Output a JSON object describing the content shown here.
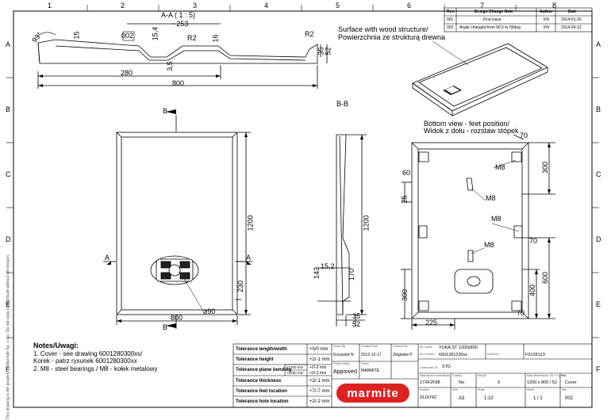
{
  "grid": {
    "columns": [
      "1",
      "2",
      "3",
      "4",
      "5",
      "6",
      "7",
      "8"
    ],
    "rows": [
      "A",
      "B",
      "C",
      "D",
      "E",
      "F"
    ]
  },
  "revision_table": {
    "headers": [
      "Rev",
      "Design Change Note",
      "Author",
      "Date"
    ],
    "rows": [
      [
        "001",
        "First issue",
        "KN",
        "2014-01-20"
      ],
      [
        "002",
        "Angle changed from 90.5 to 93deg",
        "KN",
        "2014-09-12"
      ]
    ]
  },
  "section_aa": {
    "title": "A-A ( 1 : 5)",
    "dims": {
      "approx_width": "~253",
      "d15": "15",
      "d002": "002",
      "d15_4": "15,4",
      "r2a": "R2",
      "r2b": "R2",
      "d16": "16",
      "d35": "35",
      "d52": "52",
      "d3_5": "3,5",
      "d280": "280",
      "d800": "800",
      "angle": "93°"
    }
  },
  "wood_note": [
    "Surface with wood structure/",
    "Powierzchnia ze strukturą drewna"
  ],
  "bottom_note": [
    "Bottom view - feet position/",
    "Widok z dołu - rozstaw stópek"
  ],
  "plan_view": {
    "marker_b_top": "B",
    "marker_b_bottom": "B",
    "marker_a_left": "A",
    "marker_a_right": "A",
    "d1200": "1200",
    "d230": "230",
    "d800": "800",
    "d90": "⌀90"
  },
  "section_bb": {
    "title": "B-B",
    "d1200": "1200",
    "d143": "143",
    "d15_2": "15,2",
    "d170": "170",
    "d35": "35",
    "d52": "52"
  },
  "bottom_view": {
    "d70_top": "70",
    "d70_mid": "70",
    "d70_bot": "70",
    "d300_top": "300",
    "d300_left": "300",
    "d60": "60",
    "d25": "25",
    "d400": "400",
    "d600": "600",
    "d225": "225",
    "m8": [
      "M8",
      "M8",
      "M8",
      "M8"
    ]
  },
  "notes": {
    "heading": "Notes/Uwagi:",
    "lines": [
      "1.     Cover - see drawing 6001280300xx/",
      "Korek - patrz rysunek 6001280300xx",
      "2.     M8 - steel bearings / M8 - kołek metalowy"
    ]
  },
  "tolerances": [
    {
      "label": "Tolerance length/width",
      "value": "+5/0 mm"
    },
    {
      "label": "Tolerance height",
      "value": "+2/-1 mm"
    },
    {
      "label": "Tolerance plane bending",
      "sub1": "≤1200 mm",
      "sub2": ">1200 mm",
      "v1": "+2/-2 mm",
      "v2": "+3/-3 mm"
    },
    {
      "label": "Tolerance thickness",
      "value": "+2/-1 mm"
    },
    {
      "label": "Tolerance feet location",
      "value": "+7/-7 mm"
    },
    {
      "label": "Tolerance hole location",
      "value": "+2/-2 mm"
    }
  ],
  "title_block": {
    "drawn_label": "Drawn By",
    "drawn": "Krzysztof N",
    "date_label": "Created Date",
    "date": "2013-12-17",
    "checked_label": "Checked By",
    "checked": "Zbigniew P",
    "proj_label": "Project status",
    "status": "Approved",
    "owner_label": "Owner",
    "owner": "MARMITE",
    "name_label": "Art. Name",
    "name": "YUKA ST 1200x800",
    "art_no_label": "Art. Number",
    "art_no": "6001281230xx",
    "model_label": "Model No",
    "model": "F0128123",
    "customer_label": "Customer ID:",
    "customer": "STD",
    "material_label": "Material and dimensions",
    "material": "17XF2F88",
    "coating_label": "Coating",
    "coating": "No",
    "weight_label": "Weight",
    "weight": "0",
    "dims_label": "Main dimensions L/W / H (mm)",
    "dims": "1200 x 800 / 52",
    "file_label": "File",
    "file": "Cover",
    "surface_label": "Surface",
    "surface": "3119742",
    "size_label": "Size",
    "size": "A3",
    "scale_label": "Scale",
    "scale": "1:10",
    "sheet_label": "Sheet",
    "sheet": "1 / 1",
    "rev_label": "Rev",
    "rev": "002",
    "logo": "marmite"
  },
  "side_note": "This drawing is the property of Marmite Sp. z o.o. Do not copy or distribute without permission."
}
